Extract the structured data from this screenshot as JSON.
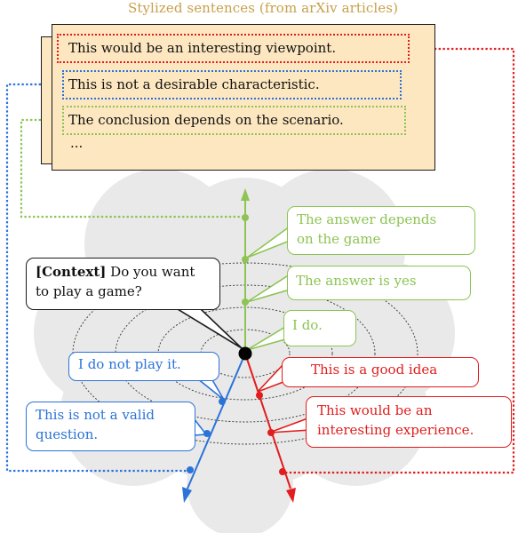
{
  "header": {
    "title": "Stylized sentences (from arXiv articles)"
  },
  "stylized_sentences": [
    "This would be an interesting viewpoint.",
    "This is not a desirable characteristic.",
    "The conclusion depends on the scenario.",
    "..."
  ],
  "context": {
    "label": "[Context]",
    "text_line1": "Do you want",
    "text_line2": "to play a game?"
  },
  "responses": {
    "green": [
      {
        "line1": "The answer depends",
        "line2": "on the game"
      },
      {
        "line1": "The answer is yes"
      },
      {
        "line1": "I do."
      }
    ],
    "blue": [
      {
        "line1": "I do not play it."
      },
      {
        "line1": "This is not a valid",
        "line2": "question."
      }
    ],
    "red": [
      {
        "line1": "This is a good idea"
      },
      {
        "line1": "This would be an",
        "line2": "interesting experience."
      }
    ]
  },
  "colors": {
    "green": "#8dc453",
    "blue": "#2b73d9",
    "red": "#e11d1d",
    "card": "#fde7c0",
    "title": "#c8a04a",
    "cloud": "#e9e9e9"
  }
}
